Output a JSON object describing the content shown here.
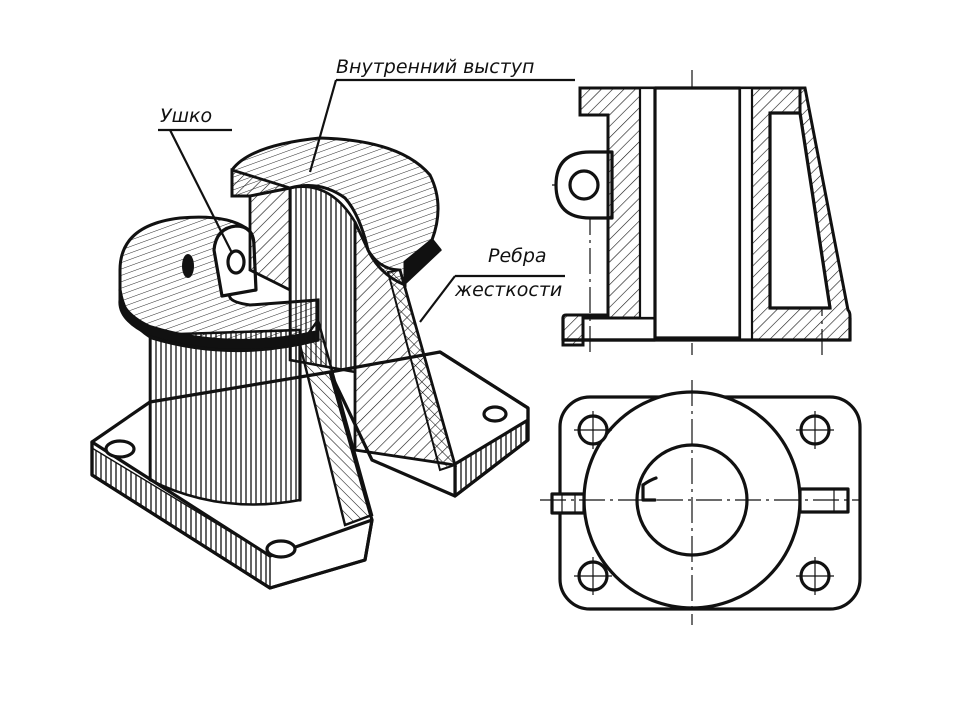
{
  "labels": {
    "inner_boss": "Внутренний выступ",
    "lug": "Ушко",
    "ribs_line1": "Ребра",
    "ribs_line2": "жесткости"
  }
}
